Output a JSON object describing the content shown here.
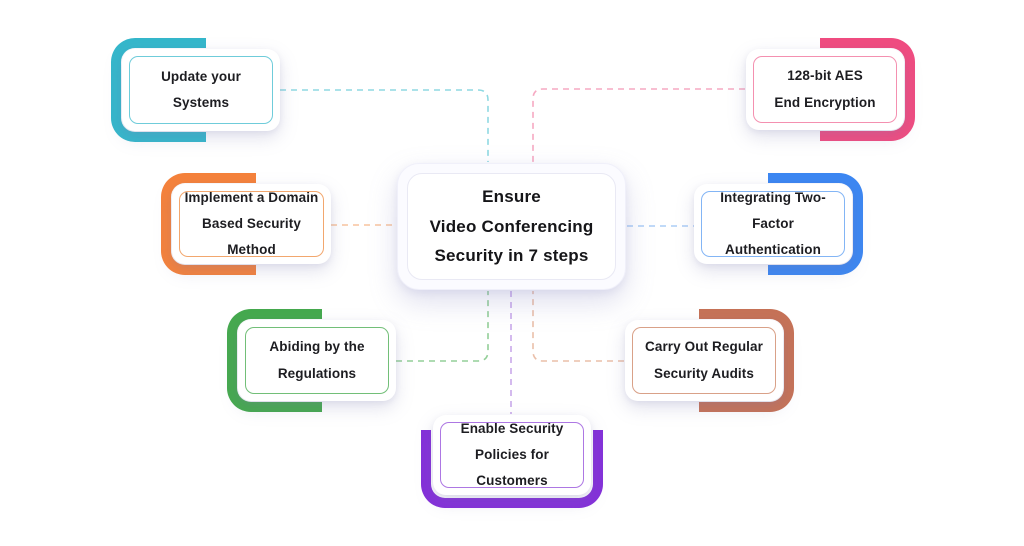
{
  "center": {
    "title": "Ensure\nVideo Conferencing\nSecurity in 7 steps"
  },
  "steps": [
    {
      "id": "update-systems",
      "label": "Update your\nSystems",
      "accent": "#35b7cb",
      "line": "#6fccda",
      "dash": "#8fd9e2"
    },
    {
      "id": "aes-encryption",
      "label": "128-bit AES\nEnd Encryption",
      "accent": "#f04c80",
      "line": "#f490b0",
      "dash": "#f6a9c2"
    },
    {
      "id": "domain-security",
      "label": "Implement a Domain\nBased Security Method",
      "accent": "#f5823b",
      "line": "#f2a76e",
      "dash": "#f8c49e"
    },
    {
      "id": "two-factor-auth",
      "label": "Integrating Two-Factor\nAuthentication",
      "accent": "#3c87f2",
      "line": "#83b5f5",
      "dash": "#abcdf6"
    },
    {
      "id": "regulations",
      "label": "Abiding by the\nRegulations",
      "accent": "#45a94e",
      "line": "#72bf78",
      "dash": "#93cf98"
    },
    {
      "id": "security-audits",
      "label": "Carry Out Regular\nSecurity Audits",
      "accent": "#c67257",
      "line": "#d9a188",
      "dash": "#eabfa9"
    },
    {
      "id": "security-policies",
      "label": "Enable Security\nPolicies for Customers",
      "accent": "#8430d9",
      "line": "#ad77e3",
      "dash": "#c9a9ea"
    }
  ]
}
